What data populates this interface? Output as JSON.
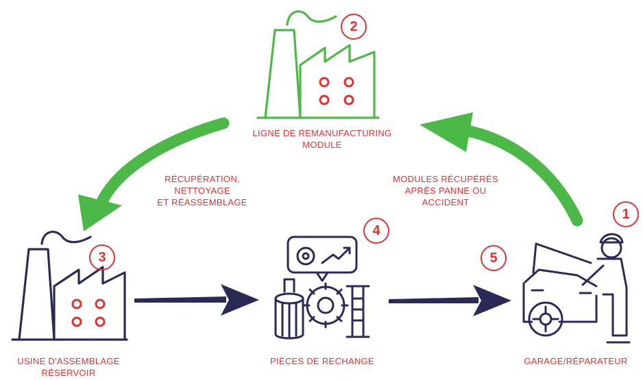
{
  "colors": {
    "accent_red": "#e0312f",
    "flow_green": "#4cb848",
    "navy": "#2b2a57"
  },
  "nodes": {
    "garage": {
      "number": "1",
      "label": "GARAGE/RÉPARATEUR",
      "icon": "mechanic-car-icon"
    },
    "remanufacturing": {
      "number": "2",
      "label_line1": "LIGNE DE REMANUFACTURING",
      "label_line2": "MODULE",
      "icon": "factory-icon"
    },
    "assembly": {
      "number": "3",
      "label_line1": "USINE D'ASSEMBLAGE",
      "label_line2": "RÉSERVOIR",
      "icon": "factory-icon"
    },
    "parts": {
      "number": "4",
      "label": "PIÈCES DE RECHANGE",
      "icon": "spare-parts-icon"
    },
    "step5": {
      "number": "5"
    }
  },
  "flows": {
    "recovered": {
      "line1": "MODULES RÉCUPÉRÉS",
      "line2": "APRÈS PANNE OU",
      "line3": "ACCIDENT"
    },
    "recovery": {
      "line1": "RÉCUPÉRATION,",
      "line2": "NETTOYAGE",
      "line3": "ET RÉASSEMBLAGE"
    }
  }
}
